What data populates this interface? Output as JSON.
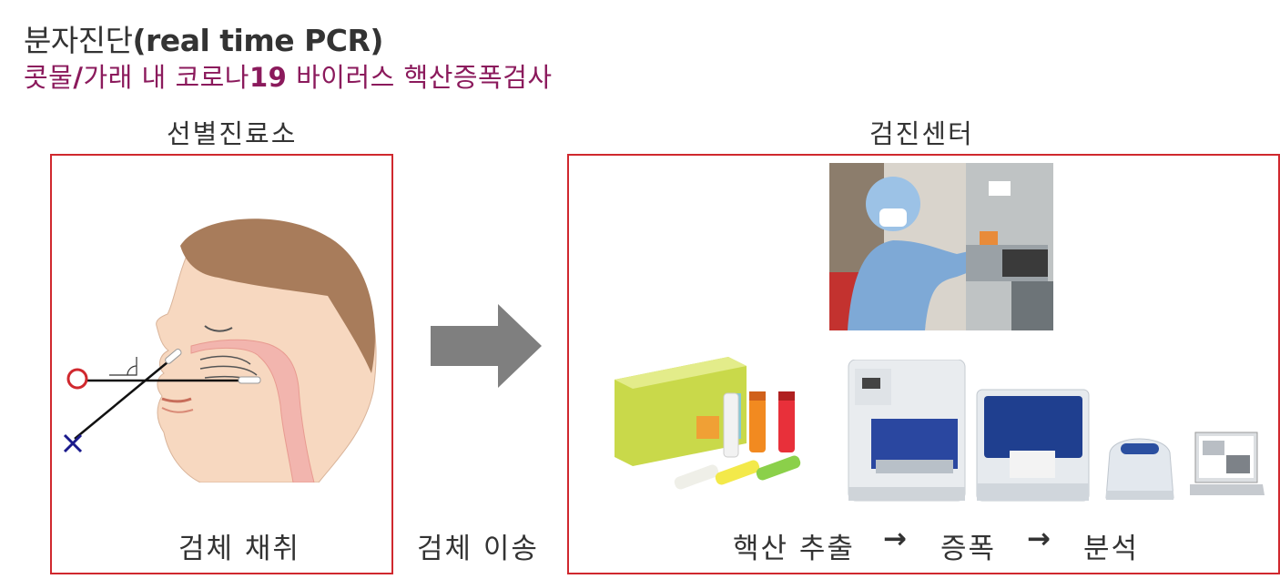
{
  "header": {
    "title_ko": "분자진단",
    "title_en": "(real time PCR)",
    "subtitle_a": "콧물",
    "subtitle_b": "/",
    "subtitle_c": "가래 내 코로나",
    "subtitle_d": "19",
    "subtitle_e": " 바이러스 핵산증폭검사"
  },
  "left_panel": {
    "heading": "선별진료소",
    "caption": "검체 채취"
  },
  "transfer": {
    "caption": "검체 이송"
  },
  "right_panel": {
    "heading": "검진센터",
    "steps": {
      "step1": "핵산 추출",
      "arrow1": "→",
      "step2": "증폭",
      "arrow2": "→",
      "step3": "분석"
    }
  },
  "colors": {
    "box_border": "#d0282e",
    "subtitle": "#8b1a5c",
    "arrow": "#7f7f7f",
    "correct_mark": "#d0282e",
    "wrong_mark": "#1a1a8c"
  },
  "icons": {
    "correct": "circle-o",
    "wrong": "cross-x"
  }
}
